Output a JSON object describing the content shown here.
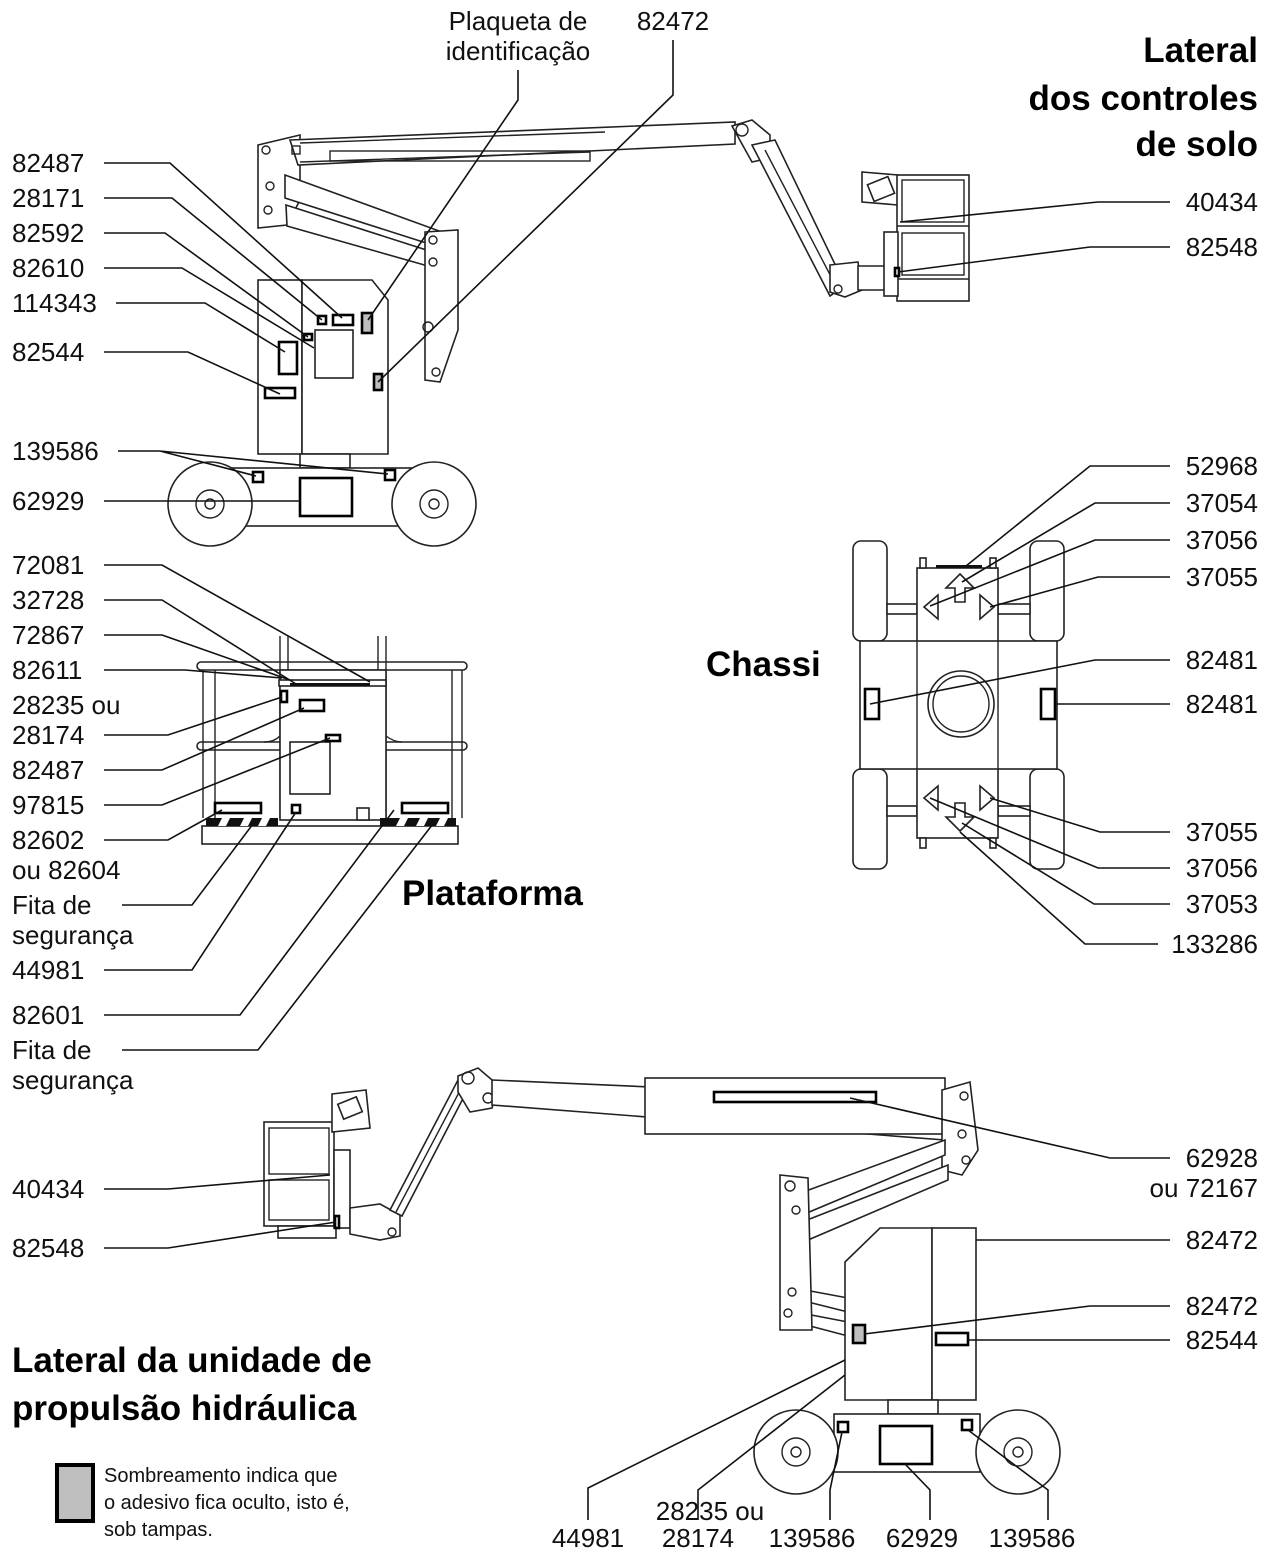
{
  "titles": {
    "ground_controls_side": [
      "Lateral",
      "dos  controles",
      "de solo"
    ],
    "chassis": "Chassi",
    "platform": "Plataforma",
    "power_unit_side": [
      "Lateral da unidade de",
      "propulsão  hidráulica"
    ]
  },
  "legend": {
    "lines": [
      "Sombreamento indica que",
      "o adesivo fica oculto, isto é,",
      "sob tampas."
    ],
    "swatch_color": "#bfbfbf"
  },
  "labels": {
    "gs_top_plate": [
      "Plaqueta de",
      "identificação"
    ],
    "gs_top_82472": "82472",
    "gs_82487": "82487",
    "gs_28171": "28171",
    "gs_82592": "82592",
    "gs_82610": "82610",
    "gs_114343": "114343",
    "gs_82544": "82544",
    "gs_139586": "139586",
    "gs_62929": "62929",
    "gs_40434": "40434",
    "gs_82548": "82548",
    "pl_72081": "72081",
    "pl_32728": "32728",
    "pl_72867": "72867",
    "pl_82611": "82611",
    "pl_28235": [
      "28235 ou",
      "28174"
    ],
    "pl_82487": "82487",
    "pl_97815": "97815",
    "pl_82602": [
      "82602",
      "ou 82604"
    ],
    "pl_tape1": [
      "Fita de",
      "segurança"
    ],
    "pl_44981": "44981",
    "pl_82601": "82601",
    "pl_tape2": [
      "Fita de",
      "segurança"
    ],
    "ch_52968": "52968",
    "ch_37054": "37054",
    "ch_37056a": "37056",
    "ch_37055a": "37055",
    "ch_82481a": "82481",
    "ch_82481b": "82481",
    "ch_37055b": "37055",
    "ch_37056b": "37056",
    "ch_37053": "37053",
    "ch_133286": "133286",
    "pu_40434": "40434",
    "pu_82548": "82548",
    "pu_62928": [
      "62928",
      "ou 72167"
    ],
    "pu_82472a": "82472",
    "pu_82472b": "82472",
    "pu_82544": "82544",
    "pu_bottom_44981": "44981",
    "pu_bottom_28235": [
      "28235 ou",
      "28174"
    ],
    "pu_bottom_139586a": "139586",
    "pu_bottom_62929": "62929",
    "pu_bottom_139586b": "139586"
  }
}
